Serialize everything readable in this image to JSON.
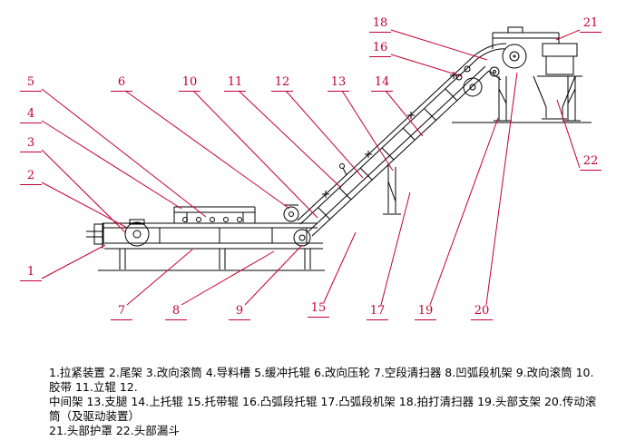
{
  "colors": {
    "background": "#ffffff",
    "drawing": "#000000",
    "accent": "#c3002f"
  },
  "labels": [
    "1",
    "2",
    "3",
    "4",
    "5",
    "6",
    "7",
    "8",
    "9",
    "10",
    "11",
    "12",
    "13",
    "14",
    "15",
    "16",
    "17",
    "18",
    "19",
    "20",
    "21",
    "22"
  ],
  "legend": {
    "line1": "1.拉紧装置 2.尾架 3.改向滚筒 4.导料槽 5.缓冲托辊 6.改向压轮 7.空段清扫器 8.凹弧段机架 9.改向滚筒 10.胶带 11.立辊 12.",
    "line2": "中间架 13.支腿 14.上托辊 15.托带辊 16.凸弧段托辊 17.凸弧段机架 18.拍打清扫器 19.头部支架 20.传动滚筒（及驱动装置）",
    "line3": "21.头部护罩 22.头部漏斗"
  }
}
